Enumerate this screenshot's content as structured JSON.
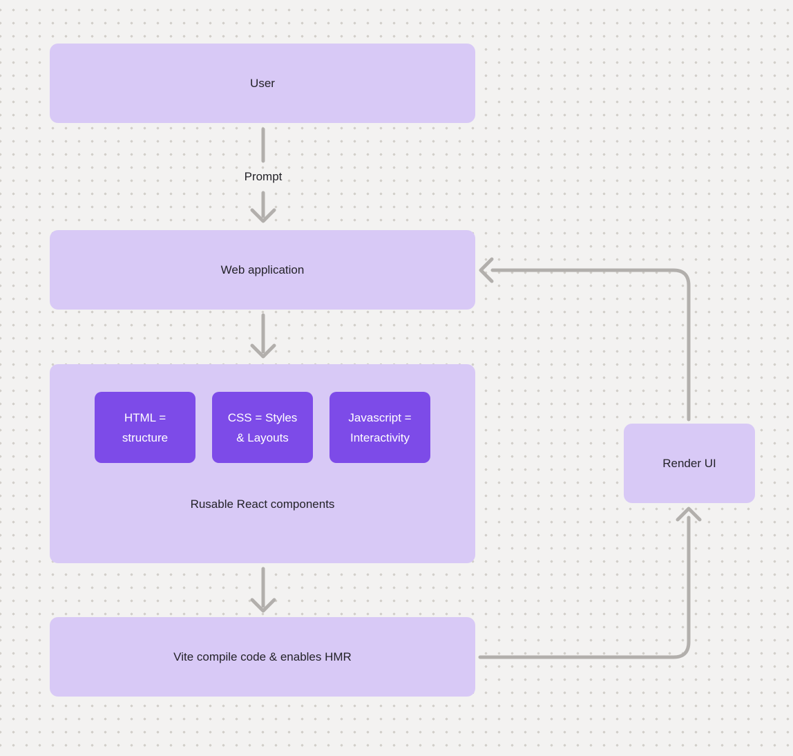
{
  "diagram": {
    "canvas": {
      "background_color": "#f3f2f1",
      "dot_color": "#d2cfca"
    },
    "colors": {
      "node_fill": "#d8c9f6",
      "accent_fill": "#7d4be8",
      "connector": "#b2afac",
      "text_dark": "#232228",
      "text_light": "#ffffff"
    },
    "nodes": {
      "user": {
        "label": "User"
      },
      "web_application": {
        "label": "Web application"
      },
      "components_group": {
        "caption": "Rusable React components",
        "children": [
          {
            "label": "HTML = structure"
          },
          {
            "label": "CSS = Styles & Layouts"
          },
          {
            "label": "Javascript = Interactivity"
          }
        ]
      },
      "vite": {
        "label": "Vite compile code & enables HMR"
      },
      "render_ui": {
        "label": "Render UI"
      }
    },
    "edge_labels": {
      "prompt": "Prompt"
    }
  }
}
